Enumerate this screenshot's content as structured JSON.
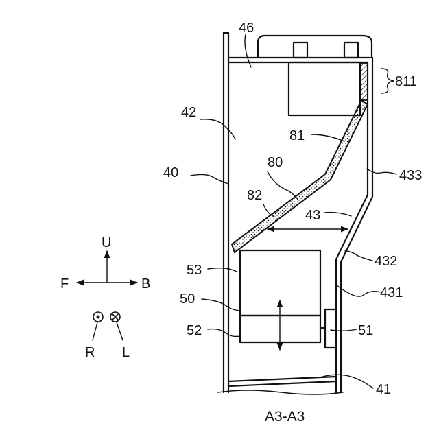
{
  "caption": "A3-A3",
  "direction_labels": {
    "up": "U",
    "front": "F",
    "back": "B",
    "right": "R",
    "left": "L"
  },
  "reference_labels": {
    "r40": "40",
    "r41": "41",
    "r42": "42",
    "r43": "43",
    "r431": "431",
    "r432": "432",
    "r433": "433",
    "r46": "46",
    "r50": "50",
    "r51": "51",
    "r52": "52",
    "r53": "53",
    "r80": "80",
    "r81": "81",
    "r811": "811",
    "r82": "82"
  }
}
